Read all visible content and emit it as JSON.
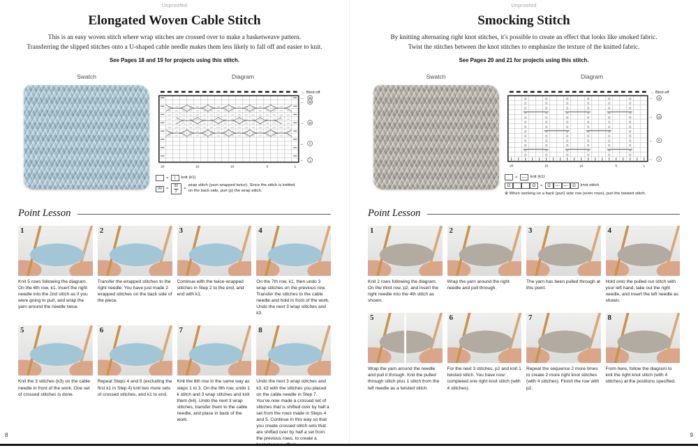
{
  "pages": [
    {
      "proof_label": "Unproofed",
      "page_number": "8",
      "title": "Elongated Woven Cable Stitch",
      "intro_line1": "This is an easy woven stitch where wrap stitches are crossed over to make a basketweave pattern.",
      "intro_line2": "Transferring the slipped stitches onto a U-shaped cable needle makes them less likely to fall off and easier to knit.",
      "see_pages": "See Pages 18 and 19 for projects using this stitch.",
      "swatch_label": "Swatch",
      "diagram_label": "Diagram",
      "point_lesson_label": "Point Lesson",
      "swatch_color": "#a3c6d6",
      "diagram": {
        "type": "cable",
        "cols": 20,
        "rows": 16,
        "bind_off_label": "Bind off",
        "row_callouts": [
          {
            "row": 16,
            "dir": "right"
          },
          {
            "row": 15,
            "dir": "left"
          },
          {
            "row": 10,
            "dir": "right"
          },
          {
            "row": 5,
            "dir": "left"
          },
          {
            "row": 1,
            "dir": "left"
          }
        ],
        "col_labels": [
          "20",
          "15",
          "10",
          "5",
          "1"
        ],
        "symbols": {
          "knit": "|",
          "wrap_top": "00",
          "wrap_bottom": "2"
        },
        "legend_knit": "knit (k1)",
        "legend_wrap": "wrap stitch (yarn wrapped twice). Since the stitch is knitted on the back side, purl (p) the wrap stitch."
      },
      "steps": [
        {
          "number": "1",
          "caption": "Knit 5 rows following the diagram. On the 6th row, k1, insert the right needle into the 2nd stitch as if you were going to purl, and wrap the yarn around the needle twice."
        },
        {
          "number": "2",
          "caption": "Transfer the wrapped stitches to the right needle. You have just made 2 wrapped stitches on the back side of the piece."
        },
        {
          "number": "3",
          "caption": "Continue with the twice-wrapped stitches in Step 2 to the end, and end with k1."
        },
        {
          "number": "4",
          "caption": "On the 7th row, k1, then undo 3 wrap stitches on the previous row. Transfer the stitches to the cable needle and hold in front of the work. Undo the next 3 wrap stitches and k3."
        },
        {
          "number": "5",
          "caption": "Knit the 3 stitches (k3) on the cable needle in front of the work. One set of crossed stitches is done."
        },
        {
          "number": "6",
          "caption": "Repeat Steps 4 and 5 (excluding the first k1 in Step 4) knit two more sets of crossed stitches, and k1 to end."
        },
        {
          "number": "7",
          "caption": "Knit the 8th row in the same way as steps 1 to 3. On the 9th row, undo 1 k stitch and 3 wrap stitches and knit them (k4). Undo the next 3 wrap stitches, transfer them to the cable needle, and place in back of the work."
        },
        {
          "number": "8",
          "caption": "Undo the next 3 wrap stitches and k3. k3 with the stitches you placed on the cable needle in Step 7. You've now made a crossed set of stitches that is shifted over by half a set from the rows made in Steps 4 and 5. Continue in this way so that you create crossed stitch sets that are shifted over by half a set from the previous rows, to create a basketweave effect."
        }
      ]
    },
    {
      "proof_label": "Unproofed",
      "page_number": "9",
      "title": "Smocking Stitch",
      "intro_line1": "By knitting alternating right knot stitches, it's possible to create an effect that looks like smoked fabric.",
      "intro_line2": "Twist the stitches between the knot stitches to emphasize the texture of the knitted fabric.",
      "see_pages": "See Pages 20 and 21 for projects using this stitch.",
      "swatch_label": "Swatch",
      "diagram_label": "Diagram",
      "point_lesson_label": "Point Lesson",
      "swatch_color": "#b1aba1",
      "diagram": {
        "type": "smocking",
        "cols": 20,
        "rows": 14,
        "bind_off_label": "Bind off",
        "row_callouts": [
          {
            "row": 14,
            "dir": "right"
          },
          {
            "row": 10,
            "dir": "right"
          },
          {
            "row": 5,
            "dir": "left"
          },
          {
            "row": 1,
            "dir": "left"
          }
        ],
        "col_labels": [
          "20",
          "15",
          "10",
          "5",
          "1"
        ],
        "symbols": {
          "knit": "—",
          "twist": "Ω",
          "purl": "—",
          "blank": ""
        },
        "legend_knit": "knit (k1)",
        "legend_knot": "knot stitch",
        "note": "※ When working on a back (purl) side row (even rows), purl the twisted stitch."
      },
      "steps": [
        {
          "number": "1",
          "caption": "Knit 2 rows following the diagram. On the third row, p2, and insert the right needle into the 4th stitch as shown."
        },
        {
          "number": "2",
          "caption": "Wrap the yarn around the right needle and pull through."
        },
        {
          "number": "3",
          "caption": "The yarn has been pulled through at this point."
        },
        {
          "number": "4",
          "caption": "Hold onto the pulled out stitch with your left hand, take out the right needle, and insert the left needle as shown."
        },
        {
          "number": "5",
          "split": true,
          "caption": "Wrap the yarn around the needle and pull it through. Knit the pulled through stitch plus 1 stitch from the left needle as a twisted stitch."
        },
        {
          "number": "6",
          "caption": "For the next 3 stitches, p2 and knit 1 twisted stitch. You have now completed one right knot stitch (with 4 stitches)."
        },
        {
          "number": "7",
          "caption": "Repeat the sequence 2 more times to create 2 more right knot stitches (with 4 stitches). Finish the row with p2."
        },
        {
          "number": "8",
          "caption": "From here, follow the diagram to knit the right knot stitch (with 4 stitches) at the positions specified."
        }
      ]
    }
  ]
}
